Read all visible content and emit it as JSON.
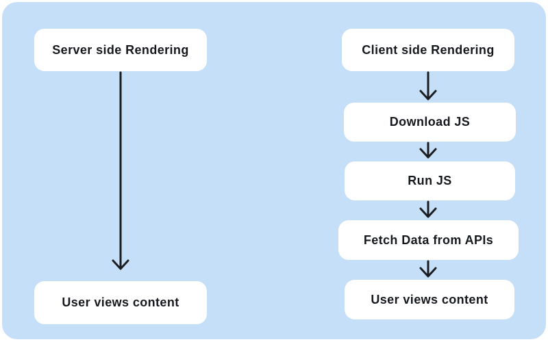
{
  "diagram": {
    "type": "flowchart",
    "colors": {
      "background_color": "#C6DFF8",
      "node_bg_color": "#FFFFFF",
      "text_color": "#15181C",
      "arrow_color": "#1B1D20"
    },
    "left_flow": {
      "nodes": [
        {
          "label": "Server side Rendering"
        },
        {
          "label": "User views content"
        }
      ],
      "edges": [
        {
          "from": "Server side Rendering",
          "to": "User views content"
        }
      ]
    },
    "right_flow": {
      "nodes": [
        {
          "label": "Client side Rendering"
        },
        {
          "label": "Download JS"
        },
        {
          "label": "Run JS"
        },
        {
          "label": "Fetch Data from APIs"
        },
        {
          "label": "User views content"
        }
      ],
      "edges": [
        {
          "from": "Client side Rendering",
          "to": "Download JS"
        },
        {
          "from": "Download JS",
          "to": "Run JS"
        },
        {
          "from": "Run JS",
          "to": "Fetch Data from APIs"
        },
        {
          "from": "Fetch Data from APIs",
          "to": "User views content"
        }
      ]
    }
  }
}
